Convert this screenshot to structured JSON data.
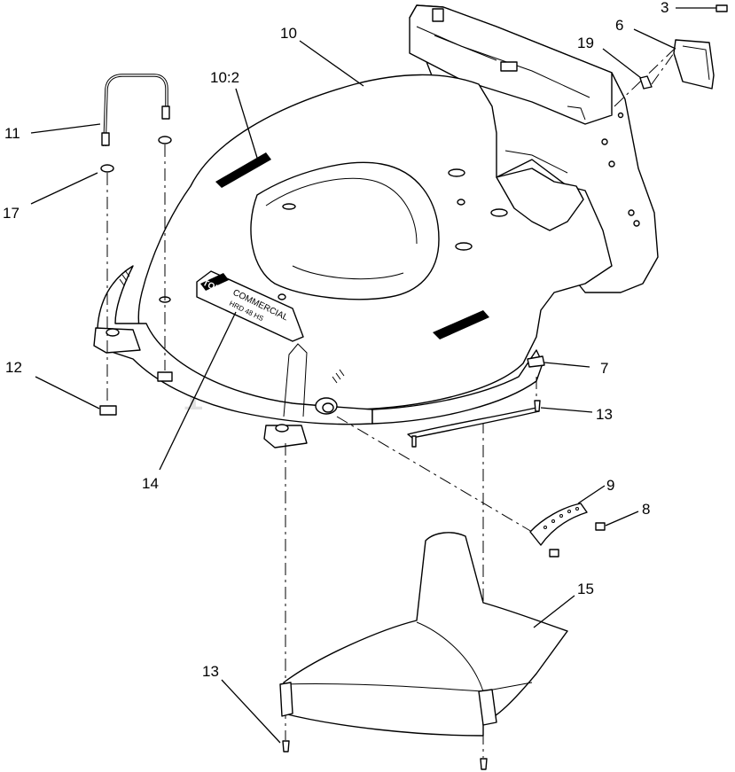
{
  "diagram": {
    "watermark": "PartsTree",
    "decal_text": {
      "brand": "TORO",
      "line1": "COMMERCIAL",
      "line2": "HRD 48 HS"
    },
    "callouts": [
      {
        "id": "c3",
        "text": "3"
      },
      {
        "id": "c6",
        "text": "6"
      },
      {
        "id": "c19",
        "text": "19"
      },
      {
        "id": "c10",
        "text": "10"
      },
      {
        "id": "c10_2",
        "text": "10:2"
      },
      {
        "id": "c11",
        "text": "11"
      },
      {
        "id": "c17",
        "text": "17"
      },
      {
        "id": "c12",
        "text": "12"
      },
      {
        "id": "c14",
        "text": "14"
      },
      {
        "id": "c7",
        "text": "7"
      },
      {
        "id": "c13a",
        "text": "13"
      },
      {
        "id": "c9",
        "text": "9"
      },
      {
        "id": "c8",
        "text": "8"
      },
      {
        "id": "c15",
        "text": "15"
      },
      {
        "id": "c13b",
        "text": "13"
      }
    ]
  }
}
